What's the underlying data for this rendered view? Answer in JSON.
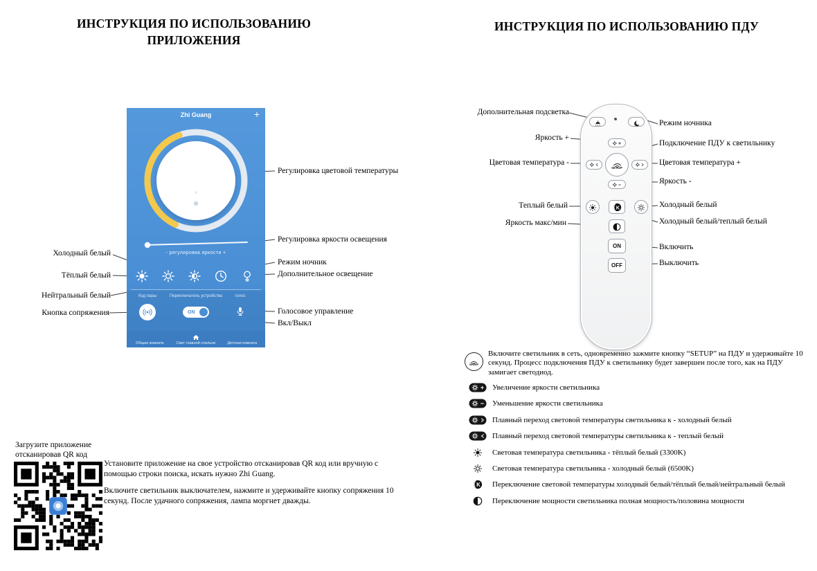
{
  "accent": {
    "app_blue": "#4A8FD5",
    "dial_yellow": "#F2C94C"
  },
  "left_section": {
    "title_line1": "ИНСТРУКЦИЯ ПО ИСПОЛЬЗОВАНИЮ",
    "title_line2": "ПРИЛОЖЕНИЯ",
    "app": {
      "header_title": "Zhi Guang",
      "add_button": "+",
      "brightness_slider_label": "- регулировка яркости +",
      "pair_label": "Код пары",
      "switch_label": "Переключатель устройства",
      "voice_label": "голос",
      "on_toggle": "ON",
      "nav_left": "Общая комната",
      "nav_center": "Свет главной спальни",
      "nav_right": "Детская комната"
    },
    "callouts": {
      "color_temp": "Регулировка цветовой температуры",
      "brightness": "Регулировка яркости освещения",
      "night_mode": "Режим ночник",
      "extra_light": "Дополнительное освещение",
      "voice_control": "Голосовое управление",
      "on_off": "Вкл/Выкл",
      "cold_white": "Холодный белый",
      "warm_white": "Тёплый белый",
      "neutral_white": "Нейтральный белый",
      "pair_button": "Кнопка сопряжения"
    },
    "qr_caption_line1": "Загрузите приложение",
    "qr_caption_line2": "отсканировав QR код",
    "paragraph1": "Установите приложение на свое устройство отсканировав QR код или вручную с помощью строки поиска, искать нужно Zhi Guang.",
    "paragraph2": "Включите светильник выключателем, нажмите и удерживайте кнопку сопряжения 10 секунд. После удачного сопряжения, лампа моргнет дважды."
  },
  "right_section": {
    "title": "ИНСТРУКЦИЯ ПО ИСПОЛЬЗОВАНИЮ ПДУ",
    "remote": {
      "setup_button": "SETUP",
      "on_button": "ON",
      "off_button": "OFF"
    },
    "callouts_left": [
      "Дополнительная подсветка",
      "Яркость +",
      "Цветовая температура -",
      "Теплый белый",
      "Яркость макс/мин"
    ],
    "callouts_right": [
      "Режим ночника",
      "Подключение ПДУ к светильнику",
      "Цветовая температура +",
      "Яркость -",
      "Холодный белый",
      "Холодный белый/теплый белый",
      "Включить",
      "Выключить"
    ],
    "setup_note": "Включите светильник в сеть, одновременно зажмите кнопку “SETUP” на ПДУ и удерживайте 10 секунд. Процесс подключения ПДУ к светильнику будет завершен после того, как на ПДУ замигает светодиод.",
    "legend": [
      {
        "icon": "sun-plus",
        "text": "Увеличение яркости светильника"
      },
      {
        "icon": "sun-minus",
        "text": "Уменьшение яркости светильника"
      },
      {
        "icon": "sun-to-cold",
        "text": "Плавный переход световой температуры светильника к - холодный белый"
      },
      {
        "icon": "sun-to-warm",
        "text": "Плавный переход световой температуры светильника к - теплый белый"
      },
      {
        "icon": "sun-filled",
        "text": "Световая температура светильника - тёплый белый (3300K)"
      },
      {
        "icon": "sun-outline",
        "text": "Световая температура светильника - холодный белый (6500K)"
      },
      {
        "icon": "k-toggle",
        "text": "Переключение световой температуры холодный белый/тёплый белый/нейтральный белый"
      },
      {
        "icon": "half-power",
        "text": "Переключение мощности светильника полная мощность/половина мощности"
      }
    ]
  }
}
